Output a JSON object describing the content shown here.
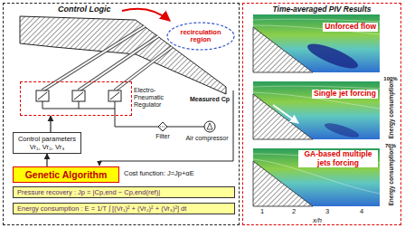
{
  "diagram": {
    "nodes": [
      {
        "text": [
          "Control Logic"
        ]
      },
      {
        "text": [
          "Electro-Pneumatic Regulator"
        ],
        "in": 0
      },
      {
        "text": [
          "Control parameters Vr₁, Vr₂, Vr₃"
        ],
        "in": 0
      },
      {
        "text": [
          "Genetic Algorithm"
        ],
        "in": 0
      },
      {
        "text": [
          "Pressure recovery : Jp = |Cp,end − Cp,end(ref)|"
        ],
        "in": 0
      },
      {
        "text": [
          "Energy consumption : E = 1/T ∫ [(Vr₁)² + (Vr₂)² + (Vr₃)²] dt"
        ],
        "in": 0
      },
      {
        "text": [
          "recirculation region"
        ],
        "in": 0
      },
      {
        "text": [
          "Time-averaged PIV Results"
        ]
      },
      {
        "text": [
          "Unforced flow"
        ],
        "in": 7
      },
      {
        "text": [
          "Single jet forcing"
        ],
        "in": 7
      },
      {
        "text": [
          "GA-based multiple jets forcing"
        ],
        "in": 7
      }
    ],
    "edges": [
      {
        "from": 3,
        "to": 2,
        "arrow": "to"
      },
      {
        "from": 2,
        "to": 1,
        "arrow": "to"
      }
    ],
    "labels": [
      "Measured Cp",
      "Filter",
      "Air compressor",
      "Cost function: J=Jp+αE",
      "100%",
      "Energy consumption",
      "70%",
      "Energy consumption",
      "1",
      "2",
      "3",
      "4",
      "x/h"
    ]
  }
}
